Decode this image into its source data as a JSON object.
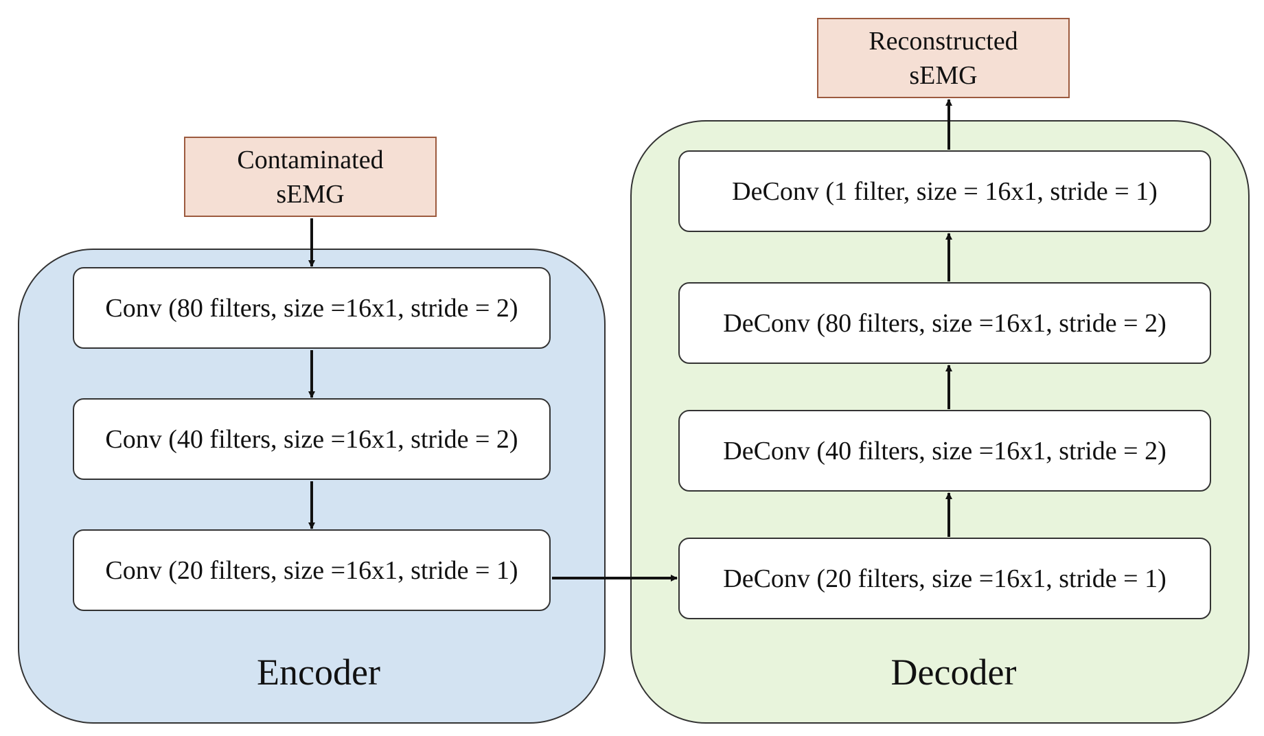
{
  "input": {
    "line1": "Contaminated",
    "line2": "sEMG"
  },
  "output": {
    "line1": "Reconstructed",
    "line2": "sEMG"
  },
  "encoder": {
    "label": "Encoder",
    "layers": [
      "Conv (80 filters, size =16x1, stride = 2)",
      "Conv (40 filters, size =16x1, stride = 2)",
      "Conv (20 filters, size =16x1, stride = 1)"
    ]
  },
  "decoder": {
    "label": "Decoder",
    "layers": [
      "DeConv (1 filter, size = 16x1, stride = 1)",
      "DeConv (80 filters, size =16x1, stride = 2)",
      "DeConv (40 filters, size =16x1, stride = 2)",
      "DeConv (20 filters, size =16x1, stride = 1)"
    ]
  },
  "colors": {
    "encoder_fill": "#d3e3f2",
    "decoder_fill": "#e8f4dc",
    "io_fill": "#f5dfd4",
    "io_border": "#9c5a3e"
  }
}
